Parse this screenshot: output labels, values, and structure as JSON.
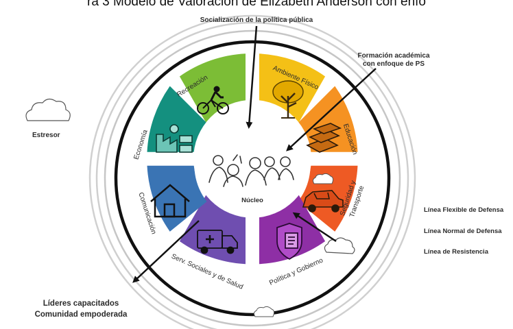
{
  "header": {
    "title": "ra 3 Modelo de Valoración de Elizabeth Anderson con enfo"
  },
  "colors": {
    "recreacion": "#7cbd36",
    "ambiente": "#f4c016",
    "educacion": "#f59222",
    "seguridad": "#ee5a24",
    "politica": "#8e2fa5",
    "servicios": "#6f4eb0",
    "comunicacion": "#3a74b4",
    "economia": "#14907f",
    "ring": "#111111",
    "outer_rings": "#c8c8c8"
  },
  "labels": {
    "socializacion": "Socialización de la política pública",
    "formacion_line1": "Formación académica",
    "formacion_line2": "con enfoque de PS",
    "estresor": "Estresor",
    "lideres": "Líderes capacitados",
    "comunidad": "Comunidad empoderada",
    "nucleo": "Núcleo",
    "linea_flexible": "Línea Flexible de Defensa",
    "linea_normal": "Línea Normal de Defensa",
    "linea_resistencia": "Línea de Resistencia"
  },
  "segments": {
    "recreacion": "Recreación",
    "ambiente": "Ambiente Físico",
    "educacion": "Educación",
    "seguridad_1": "Seguridad y",
    "seguridad_2": "Transporte",
    "politica": "Política y Gobierno",
    "servicios": "Serv. Sociales y de Salud",
    "comunicacion": "Comunicación",
    "economia": "Economía"
  },
  "icons": {
    "recreacion": "cyclist-icon",
    "ambiente": "tree-icon",
    "educacion": "books-icon",
    "seguridad": "car-icon",
    "politica": "shield-document-icon",
    "servicios": "ambulance-icon",
    "comunicacion": "house-icon",
    "economia": "factory-money-icon",
    "nucleo": "people-group-icon",
    "estresor": "cloud-icon"
  }
}
